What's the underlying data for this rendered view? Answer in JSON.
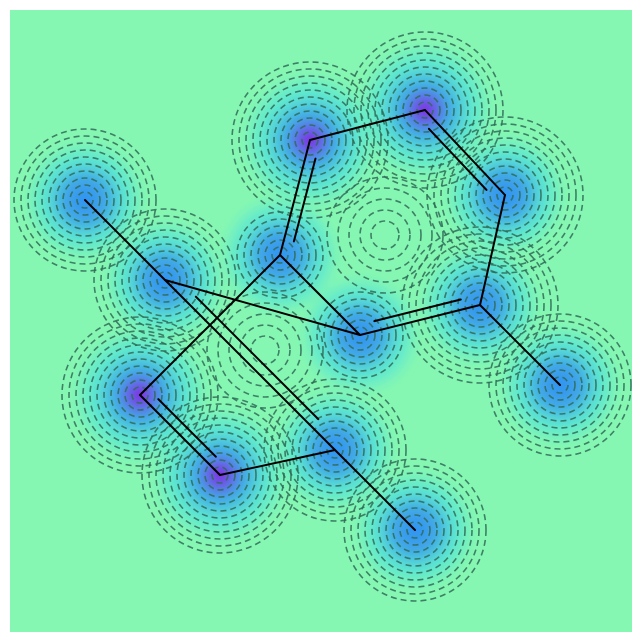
{
  "figure": {
    "background_color": "#ffffff",
    "panel_color": "#86f7b2",
    "contour_color": "#2f6b57",
    "bond_color": "#000000",
    "density_colors": {
      "low": "#86f7b2",
      "mid": "#2fd6f2",
      "high": "#2a8cf7",
      "peak": "#8a11e6"
    }
  },
  "molecule": {
    "atoms": [
      {
        "id": "C1",
        "element": "C",
        "density": "high"
      },
      {
        "id": "C2",
        "element": "C",
        "density": "high"
      },
      {
        "id": "C3",
        "element": "C",
        "density": "high"
      },
      {
        "id": "C4",
        "element": "C",
        "density": "high"
      },
      {
        "id": "C5",
        "element": "C",
        "density": "high"
      },
      {
        "id": "C6",
        "element": "C",
        "density": "high"
      },
      {
        "id": "N1",
        "element": "N",
        "density": "peak"
      },
      {
        "id": "N2",
        "element": "N",
        "density": "peak"
      },
      {
        "id": "N3",
        "element": "N",
        "density": "peak"
      },
      {
        "id": "N4",
        "element": "N",
        "density": "peak"
      },
      {
        "id": "S1",
        "element": "substituent",
        "density": "high"
      },
      {
        "id": "S2",
        "element": "substituent",
        "density": "high"
      },
      {
        "id": "S3",
        "element": "substituent",
        "density": "high"
      }
    ],
    "bonds": [
      {
        "a": "C1",
        "b": "C2",
        "order": 1
      },
      {
        "a": "C2",
        "b": "C4",
        "order": 1
      },
      {
        "a": "C4",
        "b": "C3",
        "order": 2
      },
      {
        "a": "C3",
        "b": "N3",
        "order": 1
      },
      {
        "a": "N3",
        "b": "N4",
        "order": 2
      },
      {
        "a": "N4",
        "b": "C1",
        "order": 1
      },
      {
        "a": "C1",
        "b": "N1",
        "order": 2
      },
      {
        "a": "N1",
        "b": "N2",
        "order": 1
      },
      {
        "a": "N2",
        "b": "C5",
        "order": 2
      },
      {
        "a": "C5",
        "b": "C6",
        "order": 1
      },
      {
        "a": "C6",
        "b": "C2",
        "order": 2
      },
      {
        "a": "C3",
        "b": "S1",
        "order": 1
      },
      {
        "a": "C6",
        "b": "S2",
        "order": 1
      },
      {
        "a": "C4",
        "b": "S3",
        "order": 1
      }
    ]
  }
}
